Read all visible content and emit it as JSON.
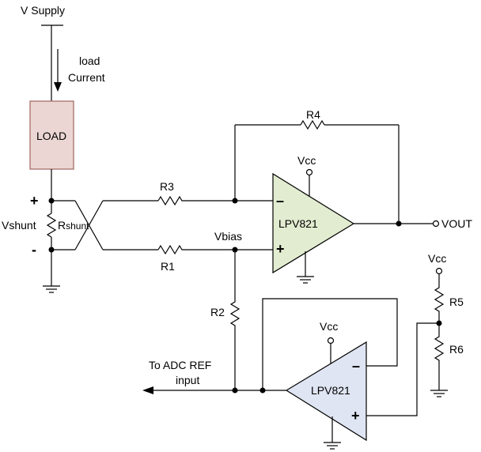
{
  "labels": {
    "v_supply": "V Supply",
    "load_current_line1": "load",
    "load_current_line2": "Current",
    "load_box": "LOAD",
    "plus_top": "+",
    "minus_bottom": "-",
    "vshunt": "Vshunt",
    "rshunt_r": "R",
    "rshunt_sub": "shunt",
    "r1": "R1",
    "r2": "R2",
    "r3": "R3",
    "r4": "R4",
    "r5": "R5",
    "r6": "R6",
    "vbias": "Vbias",
    "vcc_top": "Vcc",
    "vcc_right": "Vcc",
    "vcc_bottom": "Vcc",
    "vout": "VOUT",
    "adc_line1": "To ADC REF",
    "adc_line2": "input"
  },
  "op_amps": [
    {
      "name": "LPV821",
      "inv": "–",
      "noninv": "+",
      "fill": "#e2ecd0"
    },
    {
      "name": "LPV821",
      "inv": "–",
      "noninv": "+",
      "fill": "#dfe5f2"
    }
  ],
  "colors": {
    "load_fill": "#ebd6d3",
    "load_stroke": "#a0655f",
    "amp_stroke": "#000000"
  }
}
